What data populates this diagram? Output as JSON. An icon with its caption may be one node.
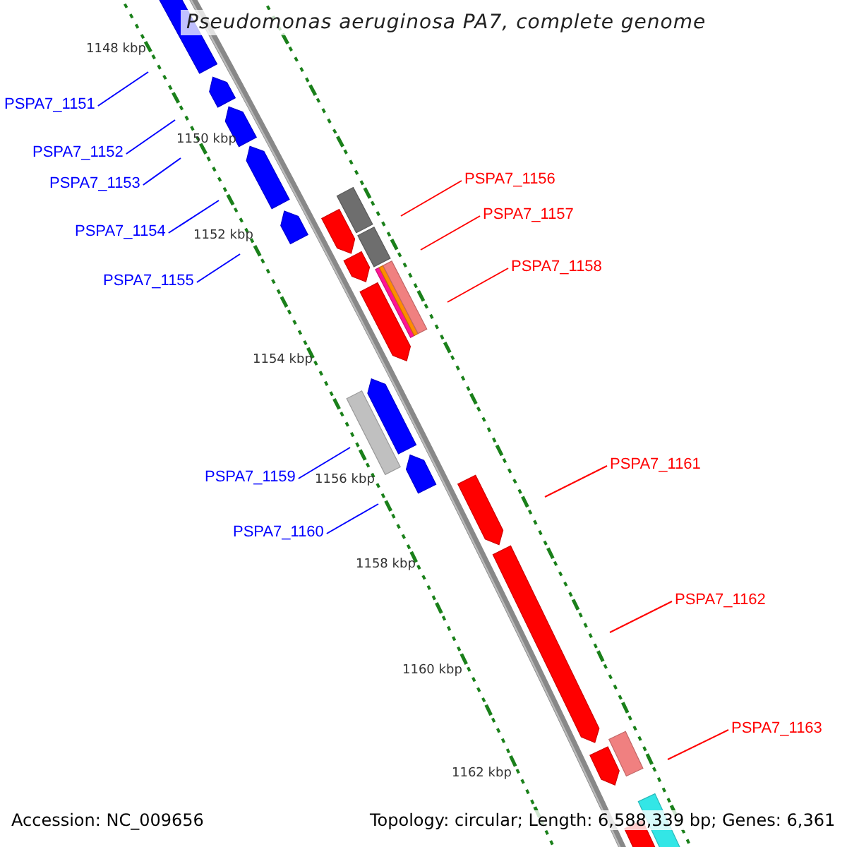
{
  "diagram": {
    "title": "Pseudomonas aeruginosa PA7, complete genome",
    "nodes": [
      {
        "text": [
          "PSPA7_1151"
        ]
      },
      {
        "text": [
          "PSPA7_1152"
        ]
      },
      {
        "text": [
          "PSPA7_1156"
        ]
      },
      {
        "text": [
          "PSPA7_1153"
        ]
      },
      {
        "text": [
          "PSPA7_1157"
        ]
      },
      {
        "text": [
          "PSPA7_1154"
        ]
      },
      {
        "text": [
          "PSPA7_1158"
        ]
      },
      {
        "text": [
          "PSPA7_1155"
        ]
      },
      {
        "text": [
          "PSPA7_1161"
        ]
      },
      {
        "text": [
          "PSPA7_1159"
        ]
      },
      {
        "text": [
          "PSPA7_1160"
        ]
      },
      {
        "text": [
          "PSPA7_1162"
        ]
      },
      {
        "text": [
          "PSPA7_1163"
        ]
      }
    ],
    "edges": [
      {
        "from": 0,
        "to": null,
        "arrow": "none"
      },
      {
        "from": 1,
        "to": null,
        "arrow": "none"
      },
      {
        "from": 2,
        "to": null,
        "arrow": "none",
        "color": "#ff0000"
      },
      {
        "from": 3,
        "to": null,
        "arrow": "none"
      },
      {
        "from": 4,
        "to": null,
        "arrow": "none",
        "color": "#ff0000"
      },
      {
        "from": 5,
        "to": null,
        "arrow": "none"
      },
      {
        "from": 6,
        "to": null,
        "arrow": "none",
        "color": "#ff0000"
      },
      {
        "from": 7,
        "to": null,
        "arrow": "none"
      },
      {
        "from": 8,
        "to": null,
        "arrow": "none",
        "color": "#ff0000"
      },
      {
        "from": 9,
        "to": null,
        "arrow": "none"
      },
      {
        "from": 10,
        "to": null,
        "arrow": "none"
      },
      {
        "from": 11,
        "to": null,
        "arrow": "none",
        "color": "#ff0000"
      },
      {
        "from": 12,
        "to": null,
        "arrow": "none",
        "color": "#ff0000"
      }
    ],
    "labels": [
      "1148 kbp",
      "1150 kbp",
      "1152 kbp",
      "1154 kbp",
      "1156 kbp",
      "1158 kbp",
      "1160 kbp",
      "1162 kbp",
      "Accession: NC_009656",
      "Topology: circular; Length: 6,588,339 bp; Genes: 6,361"
    ]
  }
}
